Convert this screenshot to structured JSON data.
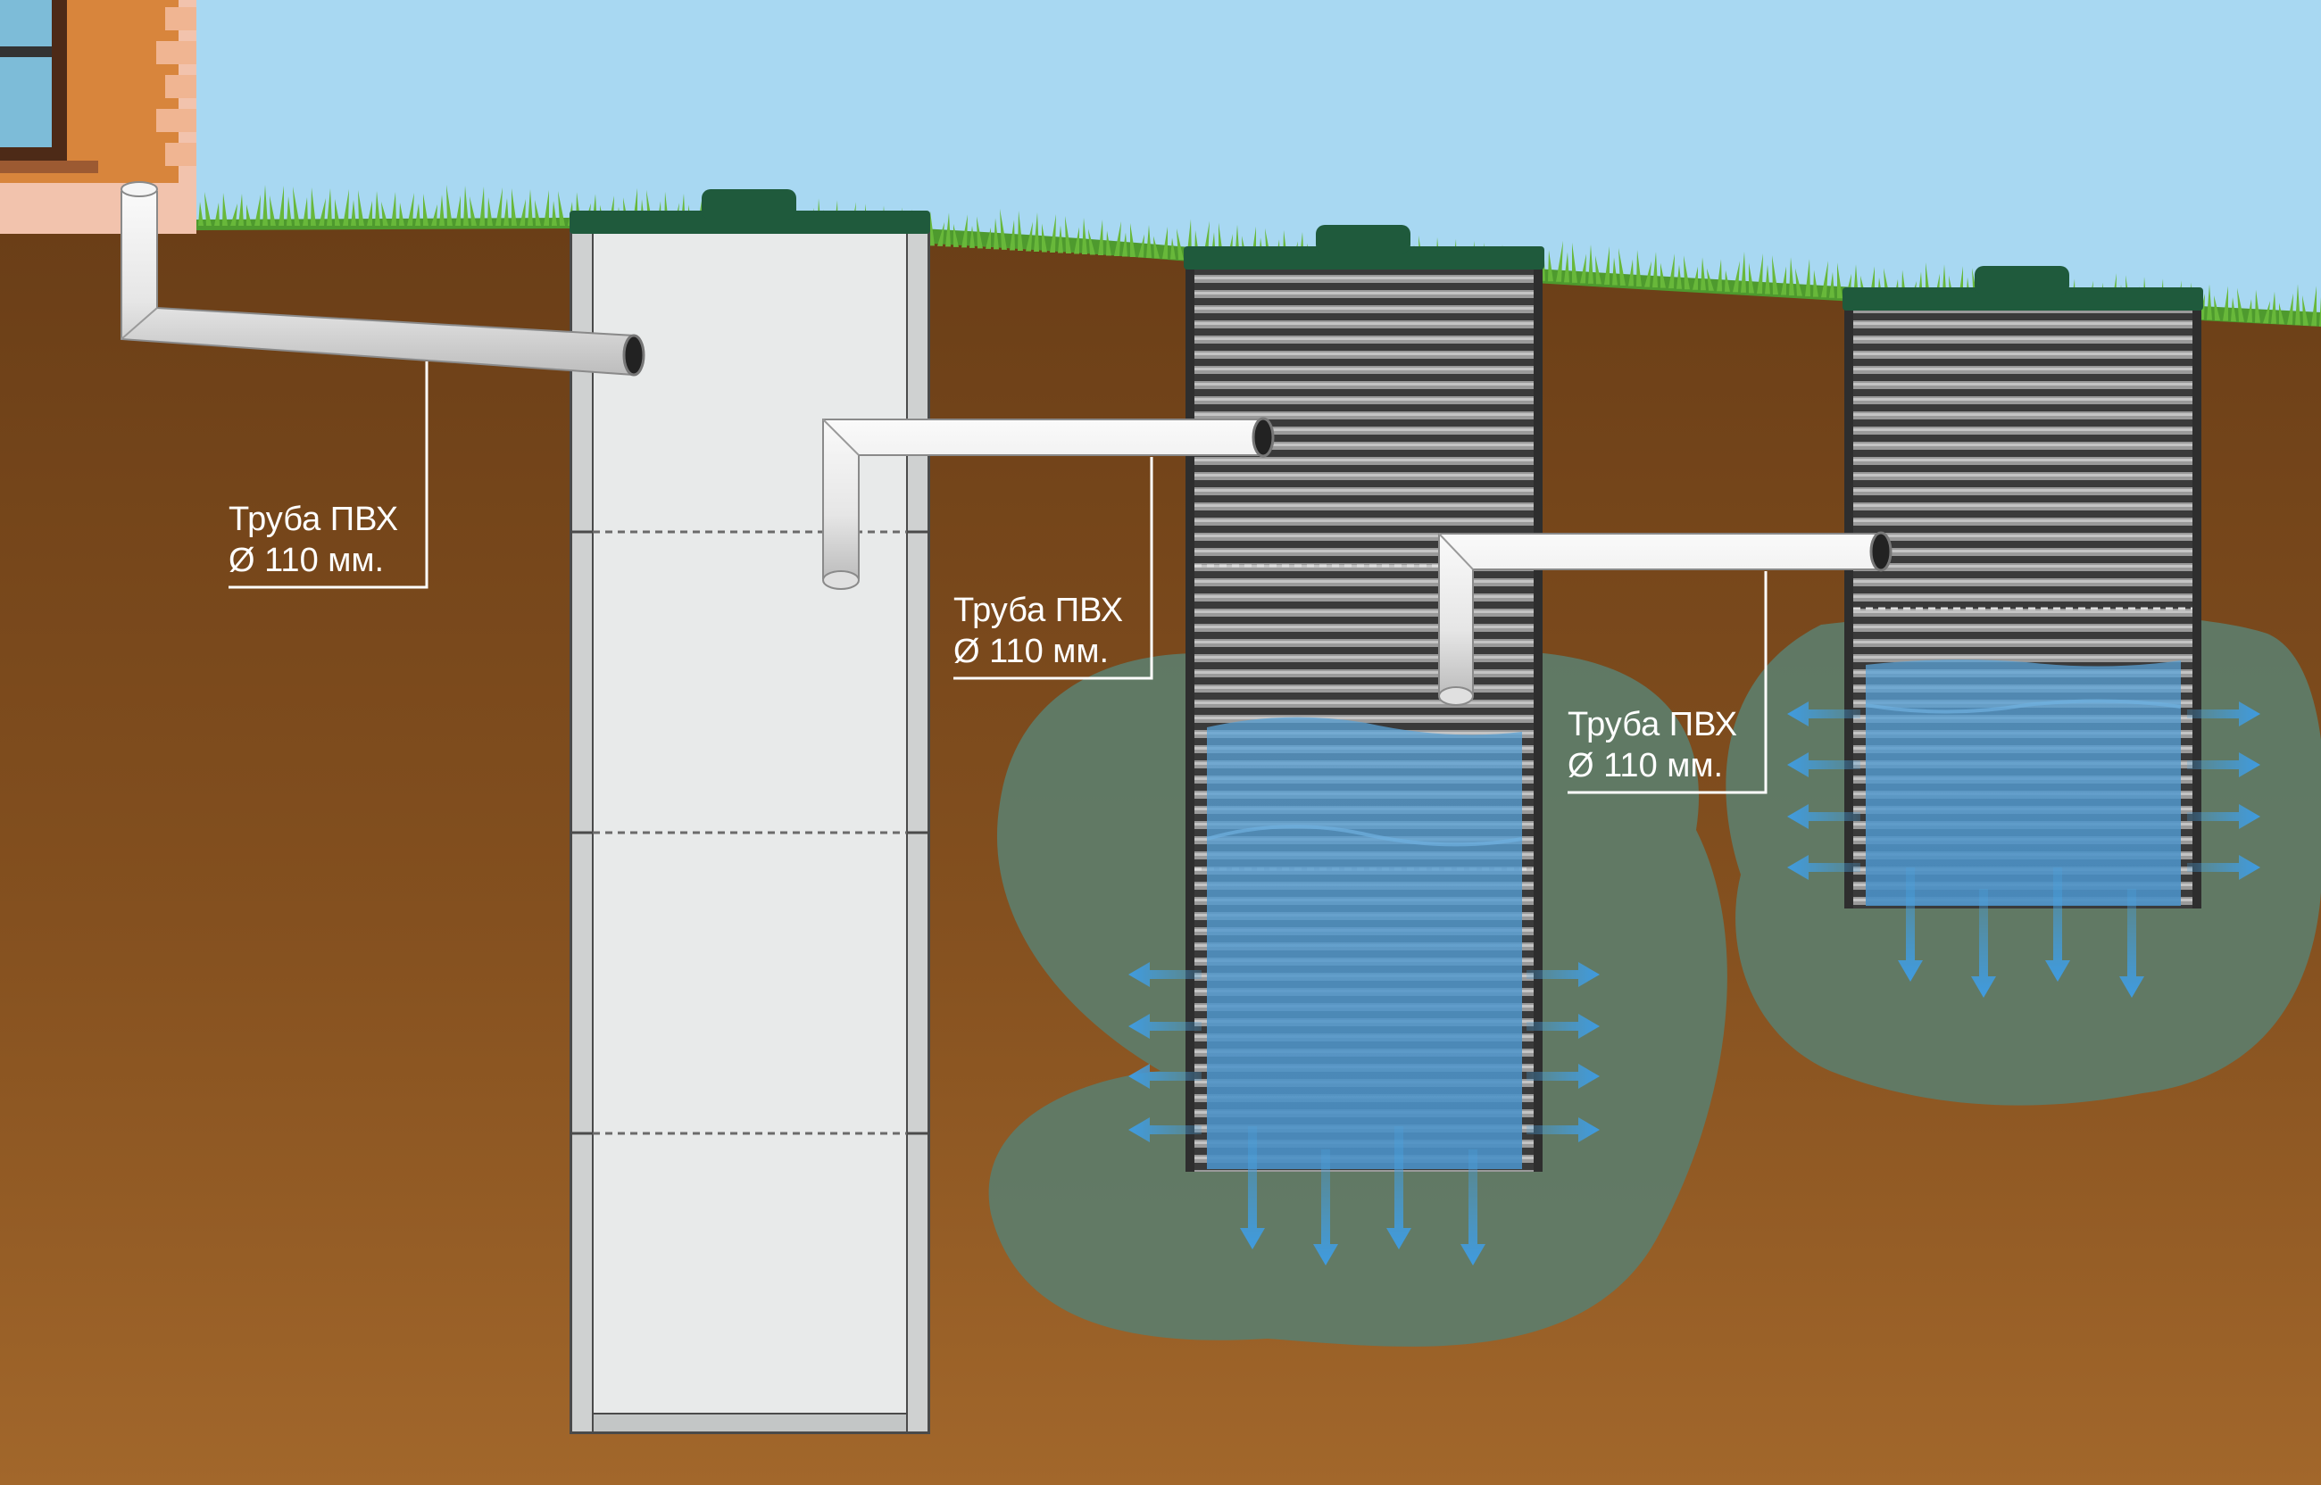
{
  "labels": [
    {
      "line1": "Труба ПВХ",
      "line2": "Ø 110 мм."
    },
    {
      "line1": "Труба ПВХ",
      "line2": "Ø 110 мм."
    },
    {
      "line1": "Труба ПВХ",
      "line2": "Ø 110 мм."
    }
  ],
  "colors": {
    "sky": "#a8d8f2",
    "soil_top": "#6a3e17",
    "soil_bottom": "#a2672b",
    "grass": "#5fae35",
    "lid": "#1f5a3c",
    "tank": "#eceeed",
    "ring_dark": "#3c3c3c",
    "ring_light": "#a8a8a8",
    "pipe": "#e9e9e9",
    "filter_zone": "#5e7a68",
    "water": "#4f95c8",
    "arrow": "#4aa3e0",
    "label": "#ffffff"
  },
  "icons": {
    "outflow_arrow": "arrow-icon",
    "grass": "grass-icon"
  }
}
